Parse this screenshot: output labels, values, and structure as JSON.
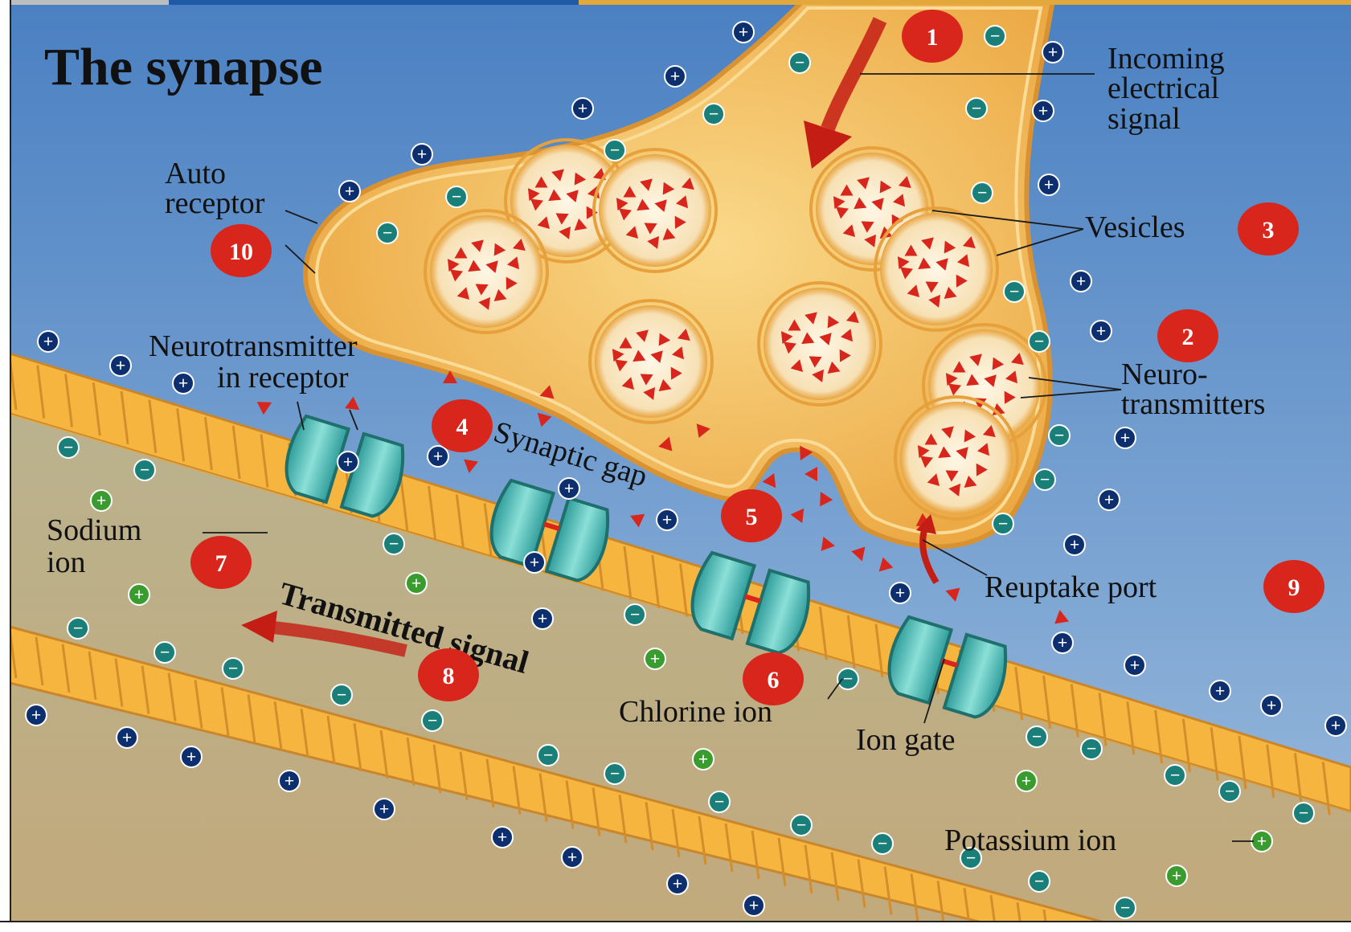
{
  "title": "The synapse",
  "labels": {
    "incoming": [
      "Incoming",
      "electrical",
      "signal"
    ],
    "vesicles": "Vesicles",
    "neurotransmitters": [
      "Neuro-",
      "transmitters"
    ],
    "auto_receptor": [
      "Auto",
      "receptor"
    ],
    "nt_in_receptor": [
      "Neurotransmitter",
      "in receptor"
    ],
    "synaptic_gap": "Synaptic gap",
    "sodium_ion": [
      "Sodium",
      "ion"
    ],
    "transmitted_signal": "Transmitted signal",
    "reuptake_port": "Reuptake port",
    "chlorine_ion": "Chlorine ion",
    "ion_gate": "Ion gate",
    "potassium_ion": "Potassium ion"
  },
  "markers": [
    "1",
    "2",
    "3",
    "4",
    "5",
    "6",
    "7",
    "8",
    "9",
    "10"
  ],
  "ion_symbols": {
    "positive": "+",
    "negative": "−"
  },
  "colors": {
    "background_top": "#4f86c6",
    "background_bottom": "#8fb2d8",
    "terminal_fill": "#f2b24a",
    "terminal_inner": "#f8d27e",
    "membrane": "#f5b53f",
    "marker_red": "#d8261c",
    "sodium_ion": "#0d2f6e",
    "chlorine_ion": "#1a7f78",
    "potassium_ion": "#3a9b2e",
    "channel": "#5ec2c0",
    "neurotransmitter": "#d8261c"
  }
}
